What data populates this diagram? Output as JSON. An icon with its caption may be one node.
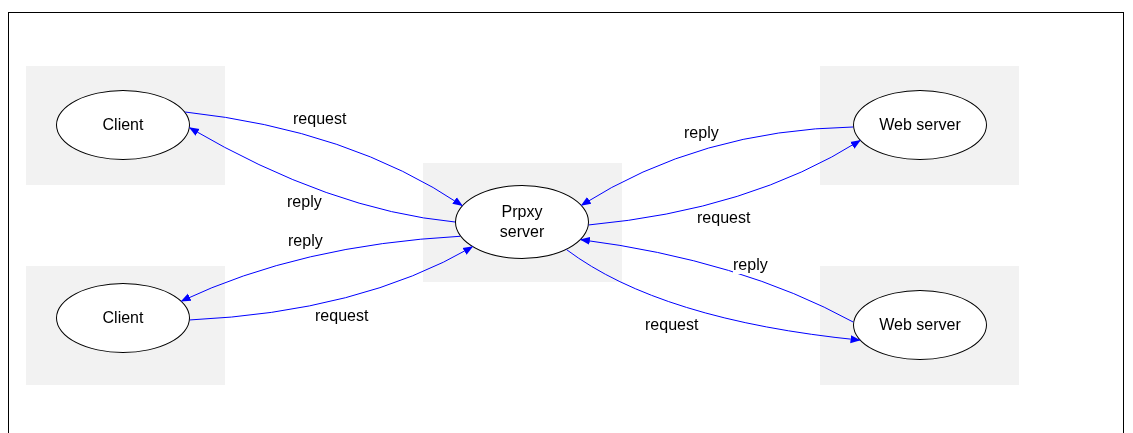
{
  "diagram": {
    "nodes": [
      {
        "text": [],
        "shape": "box"
      },
      {
        "text": [
          "Client"
        ],
        "in": 0
      },
      {
        "text": [],
        "shape": "box"
      },
      {
        "text": [
          "Web server"
        ],
        "in": 2
      },
      {
        "text": [],
        "shape": "box"
      },
      {
        "text": [
          "Prpxy server"
        ],
        "in": 4
      },
      {
        "text": [],
        "shape": "box"
      },
      {
        "text": [
          "Client"
        ],
        "in": 6
      },
      {
        "text": [],
        "shape": "box"
      },
      {
        "text": [
          "Web server"
        ],
        "in": 8
      }
    ],
    "edges": [
      {
        "from": 1,
        "to": 5,
        "arrow": "to",
        "label": "request"
      },
      {
        "from": 5,
        "to": 1,
        "arrow": "to",
        "label": "reply"
      },
      {
        "from": 5,
        "to": 7,
        "arrow": "to",
        "label": "reply"
      },
      {
        "from": 7,
        "to": 5,
        "arrow": "to",
        "label": "request"
      },
      {
        "from": 3,
        "to": 5,
        "arrow": "to",
        "label": "reply"
      },
      {
        "from": 5,
        "to": 3,
        "arrow": "to",
        "label": "request"
      },
      {
        "from": 9,
        "to": 5,
        "arrow": "to",
        "label": "reply"
      },
      {
        "from": 5,
        "to": 9,
        "arrow": "to",
        "label": "request"
      }
    ]
  }
}
